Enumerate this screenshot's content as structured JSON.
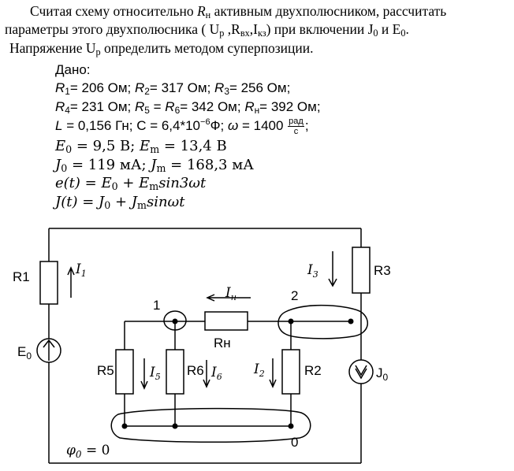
{
  "task": {
    "line1_a": "Считая схему относительно ",
    "line1_R": "R",
    "line1_Rsub": "н",
    "line1_b": " активным двухполюсником, рассчитать",
    "line2_a": "параметры этого двухполюсника ( U",
    "line2_s1": "р",
    "line2_b": " ,R",
    "line2_s2": "вх",
    "line2_c": ",I",
    "line2_s3": "кз",
    "line2_d": ") при включении J",
    "line2_s4": "0",
    "line2_e": " и E",
    "line2_s5": "0",
    "line2_f": ".",
    "line3_a": "Напряжение U",
    "line3_s": "р",
    "line3_b": " определить методом суперпозиции."
  },
  "given": {
    "title": "Дано:",
    "r1_name": "R",
    "r1_sub": "1",
    "r1_val": "= 206 Ом;",
    "r2_name": "R",
    "r2_sub": "2",
    "r2_val": "= 317 Ом;",
    "r3_name": "R",
    "r3_sub": "3",
    "r3_val": "= 256 Ом;",
    "r4_name": "R",
    "r4_sub": "4",
    "r4_val": "= 231 Ом;",
    "r5_name": "R",
    "r5_sub": "5",
    "r5_mid": " = ",
    "r6_name": "R",
    "r6_sub": "6",
    "r56_val": "= 342 Ом;",
    "rn_name": "R",
    "rn_sub": "н",
    "rn_val": "= 392 Ом;",
    "l_name": "L",
    "l_val": " = 0,156 Гн; С = 6,4*10",
    "c_exp": "−6",
    "c_unit": "Ф; ",
    "w_name": "ω",
    "w_val": " = 1400 ",
    "w_num": "рад",
    "w_den": "с",
    "w_end": ";",
    "e0_name": "E",
    "e0_sub": "0",
    "e0_val": " = 9,5 В; ",
    "em_name": "E",
    "em_sub": "m",
    "em_val": " = 13,4 В",
    "j0_name": "J",
    "j0_sub": "0",
    "j0_val": " = 119 мА; ",
    "jm_name": "J",
    "jm_sub": "m",
    "jm_val": " = 168,3 мА",
    "et_lhs": "e(t)",
    "et_eq": " = ",
    "et_E": "E",
    "et_E_sub": "0",
    "et_plus": " + ",
    "et_Em": "E",
    "et_Em_sub": "m",
    "et_tail": "sin3ωt",
    "jt_lhs": "J(t)",
    "jt_eq": " = ",
    "jt_J": "J",
    "jt_J_sub": "0",
    "jt_plus": " + ",
    "jt_Jm": "J",
    "jt_Jm_sub": "m",
    "jt_tail": "sinωt"
  },
  "circuit": {
    "R1": "R1",
    "R3": "R3",
    "R5": "R5",
    "R6": "R6",
    "R2": "R2",
    "RH": "Rн",
    "E0": "E",
    "E0_sub": "0",
    "J0": "J",
    "J0_sub": "0",
    "node1": "1",
    "node2": "2",
    "node0": "0",
    "I1": "I",
    "I1_sub": "1",
    "I3": "I",
    "I3_sub": "3",
    "IH": "I",
    "IH_sub": "н",
    "I5": "I",
    "I5_sub": "5",
    "I6": "I",
    "I6_sub": "6",
    "I2": "I",
    "I2_sub": "2",
    "phi": "φ",
    "phi_sub": "0",
    "phi_val": " = 0"
  }
}
